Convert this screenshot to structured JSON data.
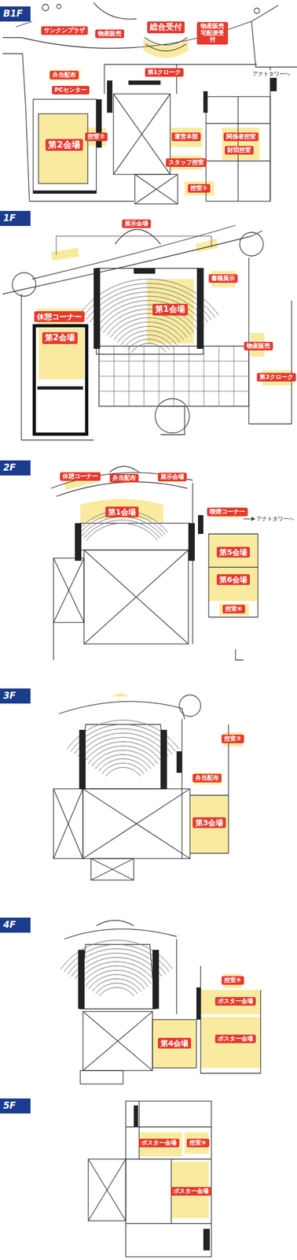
{
  "diagram": {
    "nodes": [
      {
        "text": [
          "B1F"
        ]
      },
      {
        "text": [
          "サンクンプラザ"
        ]
      },
      {
        "text": [
          "物産販売"
        ]
      },
      {
        "text": [
          "総合受付"
        ]
      },
      {
        "text": [
          "物産販売 宅配便受付"
        ]
      },
      {
        "text": [
          "第1クローク"
        ]
      },
      {
        "text": [
          "弁当配布"
        ]
      },
      {
        "text": [
          "PCセンター"
        ]
      },
      {
        "text": [
          "第2会場"
        ]
      },
      {
        "text": [
          "控室②"
        ]
      },
      {
        "text": [
          "運営本部"
        ]
      },
      {
        "text": [
          "関係者控室"
        ]
      },
      {
        "text": [
          "財団控室"
        ]
      },
      {
        "text": [
          "スタッフ控室"
        ]
      },
      {
        "text": [
          "控室①"
        ]
      },
      {
        "text": [
          "1F"
        ]
      },
      {
        "text": [
          "展示会場"
        ]
      },
      {
        "text": [
          "書籍展示"
        ]
      },
      {
        "text": [
          "第1会場"
        ]
      },
      {
        "text": [
          "休憩コーナー"
        ]
      },
      {
        "text": [
          "第2会場"
        ]
      },
      {
        "text": [
          "物産販売"
        ]
      },
      {
        "text": [
          "第2クローク"
        ]
      },
      {
        "text": [
          "2F"
        ]
      },
      {
        "text": [
          "休憩コーナー"
        ]
      },
      {
        "text": [
          "弁当配布"
        ]
      },
      {
        "text": [
          "展示会場"
        ]
      },
      {
        "text": [
          "第1会場"
        ]
      },
      {
        "text": [
          "喫煙コーナー"
        ]
      },
      {
        "text": [
          "第5会場"
        ]
      },
      {
        "text": [
          "第6会場"
        ]
      },
      {
        "text": [
          "控室⑥"
        ]
      },
      {
        "text": [
          "3F"
        ]
      },
      {
        "text": [
          "控室③"
        ]
      },
      {
        "text": [
          "弁当配布"
        ]
      },
      {
        "text": [
          "第3会場"
        ]
      },
      {
        "text": [
          "4F"
        ]
      },
      {
        "text": [
          "控室④"
        ]
      },
      {
        "text": [
          "ポスター会場"
        ]
      },
      {
        "text": [
          "第4会場"
        ]
      },
      {
        "text": [
          "ポスター会場"
        ]
      },
      {
        "text": [
          "5F"
        ]
      },
      {
        "text": [
          "ポスター会場"
        ]
      },
      {
        "text": [
          "控室⑤"
        ]
      },
      {
        "text": [
          "ポスター会場"
        ]
      }
    ],
    "labels": [
      "アクトタワーへ",
      "アクトタワーへ"
    ]
  }
}
